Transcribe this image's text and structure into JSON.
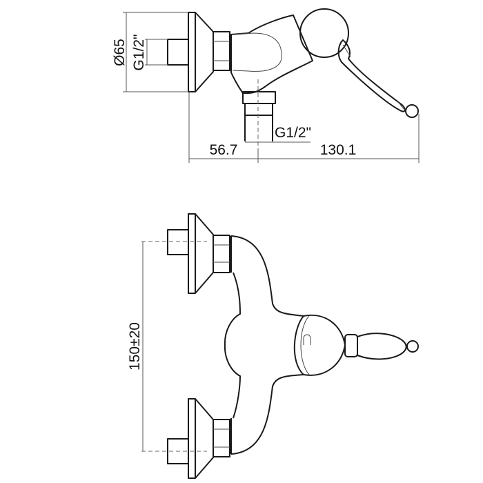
{
  "drawing": {
    "side_view": {
      "flange_diameter_label": "Ø65",
      "inlet_thread_label": "G1/2\"",
      "outlet_thread_label": "G1/2\"",
      "offset_left_label": "56.7",
      "offset_right_label": "130.1"
    },
    "front_view": {
      "inlet_spacing_label": "150±20"
    },
    "line_color": "#1a1a1a"
  }
}
